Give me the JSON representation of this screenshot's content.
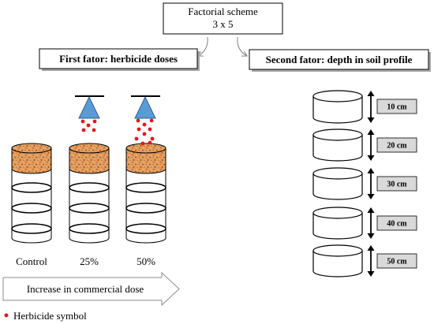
{
  "scheme": {
    "title": "Factorial scheme",
    "subtitle": "3 x 5"
  },
  "first_factor": {
    "label": "First fator: herbicide doses"
  },
  "second_factor": {
    "label": "Second fator: depth in soil profile"
  },
  "doses": [
    {
      "label": "Control"
    },
    {
      "label": "25%"
    },
    {
      "label": "50%"
    }
  ],
  "dose_arrow": {
    "label": "Increase in commercial dose"
  },
  "legend": {
    "label": "Herbicide symbol"
  },
  "depths": [
    {
      "label": "10 cm"
    },
    {
      "label": "20 cm"
    },
    {
      "label": "30 cm"
    },
    {
      "label": "40 cm"
    },
    {
      "label": "50 cm"
    }
  ],
  "colors": {
    "soil": "#e39d5e",
    "sprayer": "#5b9bd5",
    "herbicide": "#e8141b",
    "depth_label": "#d9d9d9"
  }
}
